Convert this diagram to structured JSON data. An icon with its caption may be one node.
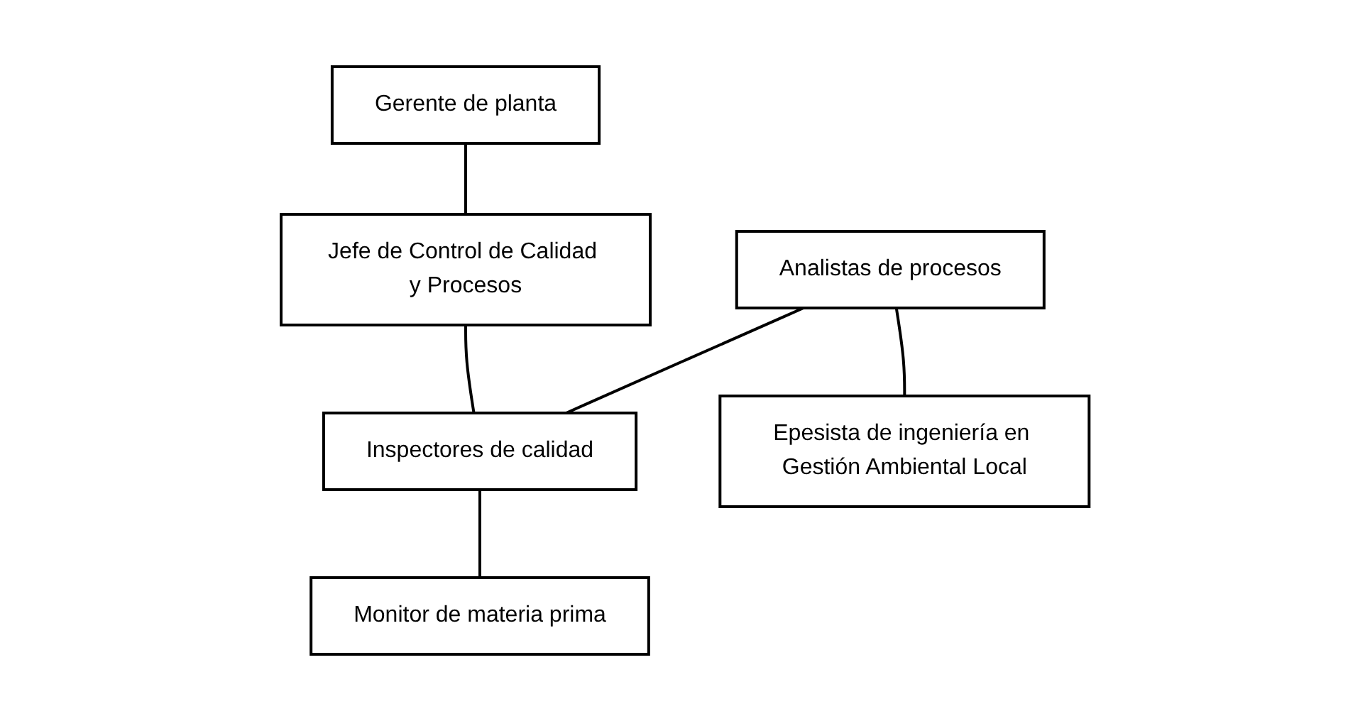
{
  "diagram": {
    "nodes": [
      {
        "text": [
          "Gerente de planta"
        ]
      },
      {
        "text": [
          "Jefe de Control de Calidad y Procesos"
        ]
      },
      {
        "text": [
          "Analistas de procesos"
        ]
      },
      {
        "text": [
          "Inspectores de calidad"
        ]
      },
      {
        "text": [
          "Monitor de materia prima"
        ]
      },
      {
        "text": [
          "Epesista de ingeniería en Gestión Ambiental Local"
        ]
      }
    ],
    "edges": [
      {
        "from": 0,
        "to": 1,
        "arrow": "none"
      },
      {
        "from": 1,
        "to": 3,
        "arrow": "none"
      },
      {
        "from": 2,
        "to": 3,
        "arrow": "none"
      },
      {
        "from": 3,
        "to": 4,
        "arrow": "none"
      },
      {
        "from": 2,
        "to": 5,
        "arrow": "none"
      }
    ]
  }
}
